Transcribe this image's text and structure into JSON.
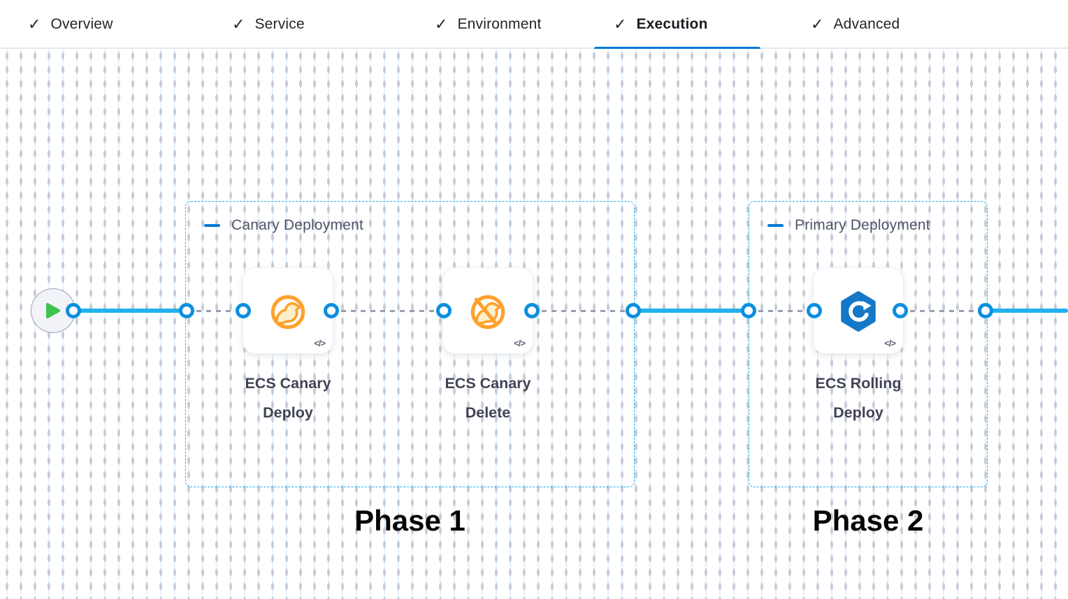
{
  "header": {
    "check_glyph": "✓",
    "tabs": [
      {
        "label": "Overview",
        "completed": true,
        "active": false
      },
      {
        "label": "Service",
        "completed": true,
        "active": false
      },
      {
        "label": "Environment",
        "completed": true,
        "active": false
      },
      {
        "label": "Execution",
        "completed": true,
        "active": true
      },
      {
        "label": "Advanced",
        "completed": true,
        "active": false
      }
    ]
  },
  "canvas": {
    "code_glyph": "</>",
    "groups": [
      {
        "title": "Canary Deployment",
        "phase_label": "Phase 1",
        "steps": [
          {
            "name": "ECS Canary Deploy",
            "icon": "ecs-canary-deploy-icon"
          },
          {
            "name": "ECS Canary Delete",
            "icon": "ecs-canary-delete-icon"
          }
        ]
      },
      {
        "title": "Primary Deployment",
        "phase_label": "Phase 2",
        "steps": [
          {
            "name": "ECS Rolling Deploy",
            "icon": "ecs-rolling-deploy-icon"
          }
        ]
      }
    ]
  },
  "colors": {
    "accent_blue": "#0278d5",
    "connector_blue": "#1fb2ee",
    "port_blue": "#0b8fe0",
    "group_border_blue": "#19b1ec",
    "canary_orange": "#ffa12e",
    "canary_fill": "#fcf0c8",
    "ecs_blue": "#1478c8",
    "play_green": "#3ec252",
    "tab_text": "#22252b",
    "step_label_text": "#414254"
  }
}
